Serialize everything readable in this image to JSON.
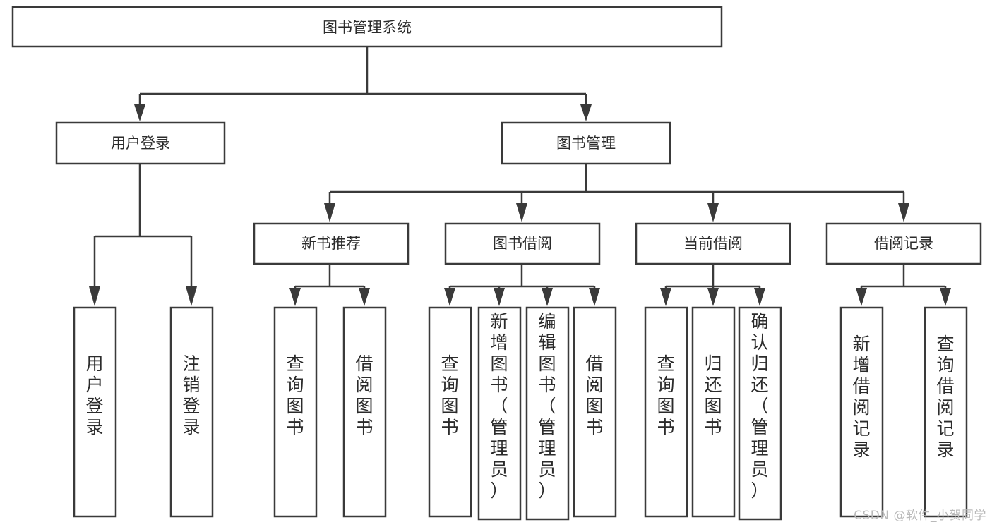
{
  "diagram": {
    "title": "图书管理系统",
    "watermark": "CSDN @软件_小贺同学",
    "colors": {
      "box_stroke": "#3a3a3a",
      "box_fill": "#ffffff",
      "text": "#2b2b2b",
      "connector": "#3a3a3a",
      "watermark": "#b9b9b9",
      "background": "#ffffff"
    }
  },
  "chart_data": {
    "type": "diagram",
    "title": "图书管理系统",
    "orientation": "top-down tree",
    "levels": 4,
    "root": {
      "label": "图书管理系统",
      "children": [
        {
          "label": "用户登录",
          "children": [
            {
              "label": "用户登录"
            },
            {
              "label": "注销登录"
            }
          ]
        },
        {
          "label": "图书管理",
          "children": [
            {
              "label": "新书推荐",
              "children": [
                {
                  "label": "查询图书"
                },
                {
                  "label": "借阅图书"
                }
              ]
            },
            {
              "label": "图书借阅",
              "children": [
                {
                  "label": "查询图书"
                },
                {
                  "label": "新增图书（管理员）"
                },
                {
                  "label": "编辑图书（管理员）"
                },
                {
                  "label": "借阅图书"
                }
              ]
            },
            {
              "label": "当前借阅",
              "children": [
                {
                  "label": "查询图书"
                },
                {
                  "label": "归还图书"
                },
                {
                  "label": "确认归还（管理员）"
                }
              ]
            },
            {
              "label": "借阅记录",
              "children": [
                {
                  "label": "新增借阅记录"
                },
                {
                  "label": "查询借阅记录"
                }
              ]
            }
          ]
        }
      ]
    }
  },
  "nodes": {
    "root": {
      "label": "图书管理系统"
    },
    "level1": [
      {
        "label": "用户登录"
      },
      {
        "label": "图书管理"
      }
    ],
    "level2": [
      {
        "label": "新书推荐"
      },
      {
        "label": "图书借阅"
      },
      {
        "label": "当前借阅"
      },
      {
        "label": "借阅记录"
      }
    ],
    "leaves": [
      {
        "label": "用户登录",
        "chars": [
          "用",
          "户",
          "登",
          "录"
        ]
      },
      {
        "label": "注销登录",
        "chars": [
          "注",
          "销",
          "登",
          "录"
        ]
      },
      {
        "label": "查询图书",
        "chars": [
          "查",
          "询",
          "图",
          "书"
        ]
      },
      {
        "label": "借阅图书",
        "chars": [
          "借",
          "阅",
          "图",
          "书"
        ]
      },
      {
        "label": "查询图书",
        "chars": [
          "查",
          "询",
          "图",
          "书"
        ]
      },
      {
        "label": "新增图书（管理员）",
        "chars": [
          "新",
          "增",
          "图",
          "书",
          "（",
          "管",
          "理",
          "员",
          "）"
        ]
      },
      {
        "label": "编辑图书（管理员）",
        "chars": [
          "编",
          "辑",
          "图",
          "书",
          "（",
          "管",
          "理",
          "员",
          "）"
        ]
      },
      {
        "label": "借阅图书",
        "chars": [
          "借",
          "阅",
          "图",
          "书"
        ]
      },
      {
        "label": "查询图书",
        "chars": [
          "查",
          "询",
          "图",
          "书"
        ]
      },
      {
        "label": "归还图书",
        "chars": [
          "归",
          "还",
          "图",
          "书"
        ]
      },
      {
        "label": "确认归还（管理员）",
        "chars": [
          "确",
          "认",
          "归",
          "还",
          "（",
          "管",
          "理",
          "员",
          "）"
        ]
      },
      {
        "label": "新增借阅记录",
        "chars": [
          "新",
          "增",
          "借",
          "阅",
          "记",
          "录"
        ]
      },
      {
        "label": "查询借阅记录",
        "chars": [
          "查",
          "询",
          "借",
          "阅",
          "记",
          "录"
        ]
      }
    ]
  }
}
